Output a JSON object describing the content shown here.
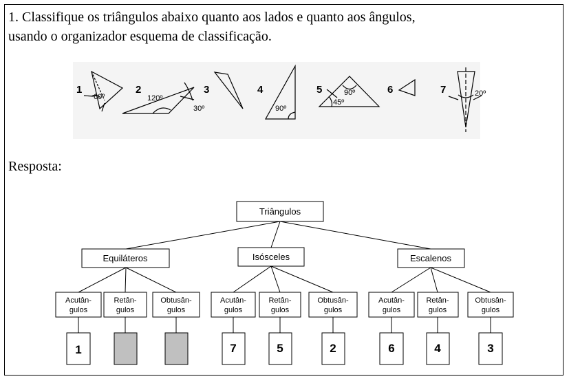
{
  "question": {
    "line1": "1. Classifique os triângulos abaixo quanto aos lados e quanto aos ângulos,",
    "line2": "usando o organizador esquema de classificação."
  },
  "figures": {
    "numbers": [
      "1",
      "2",
      "3",
      "4",
      "5",
      "6",
      "7"
    ],
    "angle_labels": {
      "t1": "60º",
      "t2a": "120º",
      "t2b": "30º",
      "t4": "90º",
      "t5a": "90º",
      "t5b": "45º",
      "t7": "20º"
    }
  },
  "answer_label": "Resposta:",
  "tree": {
    "root": "Triângulos",
    "groups": [
      {
        "label": "Equiláteros",
        "children": [
          {
            "label1": "Acutân-",
            "label2": "gulos",
            "answer": "1",
            "filled": false
          },
          {
            "label1": "Retân-",
            "label2": "gulos",
            "answer": "",
            "filled": true
          },
          {
            "label1": "Obtusân-",
            "label2": "gulos",
            "answer": "",
            "filled": true
          }
        ]
      },
      {
        "label": "Isósceles",
        "children": [
          {
            "label1": "Acutân-",
            "label2": "gulos",
            "answer": "7",
            "filled": false
          },
          {
            "label1": "Retân-",
            "label2": "gulos",
            "answer": "5",
            "filled": false
          },
          {
            "label1": "Obtusân-",
            "label2": "gulos",
            "answer": "2",
            "filled": false
          }
        ]
      },
      {
        "label": "Escalenos",
        "children": [
          {
            "label1": "Acutân-",
            "label2": "gulos",
            "answer": "6",
            "filled": false
          },
          {
            "label1": "Retân-",
            "label2": "gulos",
            "answer": "4",
            "filled": false
          },
          {
            "label1": "Obtusân-",
            "label2": "gulos",
            "answer": "3",
            "filled": false
          }
        ]
      }
    ]
  },
  "colors": {
    "filled_box": "#c0c0c0",
    "ink": "#000000",
    "figure_panel": "#f4f4f4"
  }
}
